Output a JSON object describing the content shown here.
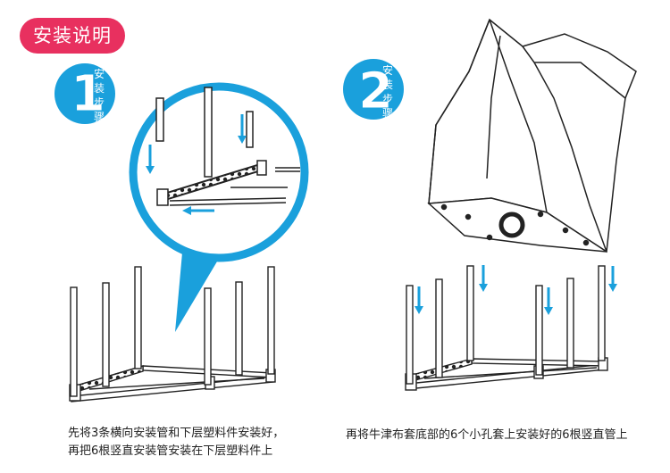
{
  "title": "安装说明",
  "steps": [
    {
      "number": "1",
      "label_chars": [
        "安",
        "装",
        "步",
        "骤"
      ],
      "caption_lines": [
        "先将3条横向安装管和下层塑料件安装好，",
        "再把6根竖直安装管安装在下层塑料件上"
      ]
    },
    {
      "number": "2",
      "label_chars": [
        "安",
        "装",
        "步",
        "骤"
      ],
      "caption_lines": [
        "再将牛津布套底部的6个小孔套上安装好的6根竖直管上"
      ]
    }
  ],
  "colors": {
    "accent_pink": "#e8305f",
    "accent_blue": "#1aa0dc",
    "line": "#222222"
  }
}
